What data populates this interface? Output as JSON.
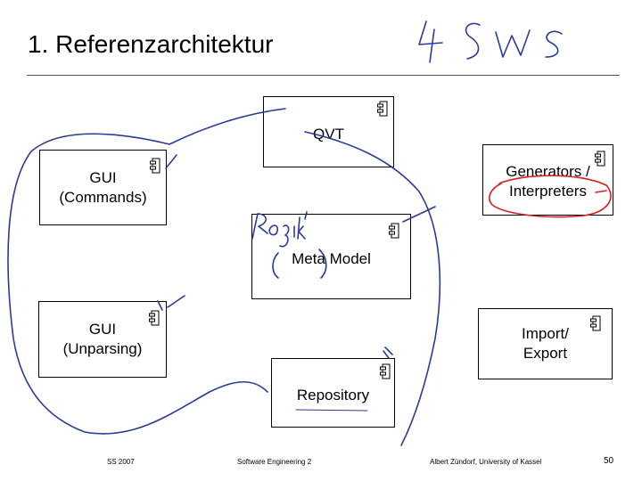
{
  "slide": {
    "title": "1. Referenzarchitektur",
    "handwritten_note": "4 SWS"
  },
  "diagram": {
    "nodes": [
      {
        "id": "qvt",
        "label": "QVT"
      },
      {
        "id": "gui-commands",
        "label": "GUI\n(Commands)"
      },
      {
        "id": "generators",
        "label": "Generators /\nInterpreters"
      },
      {
        "id": "meta-model",
        "label": "Meta Model"
      },
      {
        "id": "gui-unparsing",
        "label": "GUI\n(Unparsing)"
      },
      {
        "id": "import-export",
        "label": "Import/\nExport"
      },
      {
        "id": "repository",
        "label": "Repository"
      }
    ],
    "annotation_logik": "Logik"
  },
  "footer": {
    "left": "SS 2007",
    "center": "Software Engineering 2",
    "right": "Albert Zündorf, University of Kassel",
    "page": "50"
  },
  "colors": {
    "ink": "#2b3a9a",
    "highlight": "#d42020",
    "icon": "component-icon"
  }
}
